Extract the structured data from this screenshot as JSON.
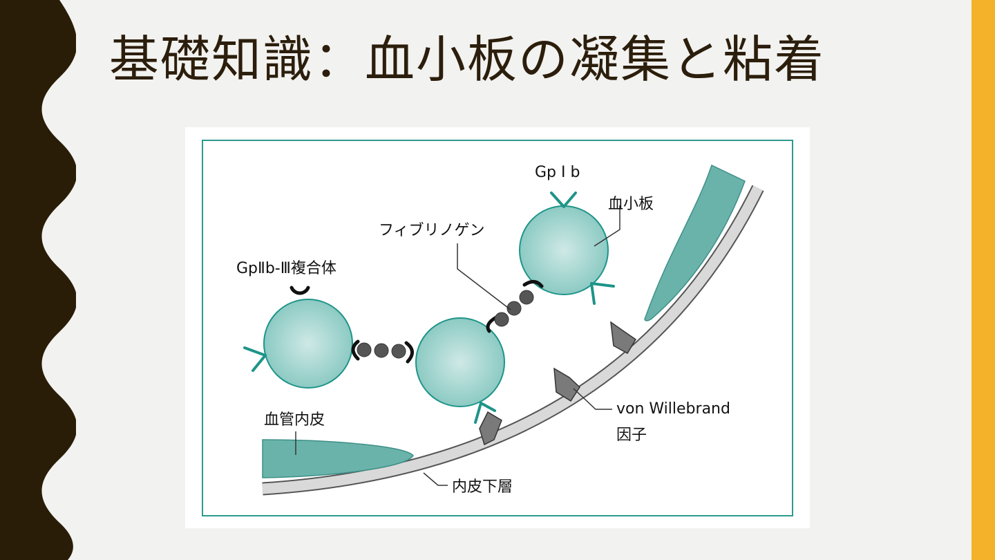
{
  "slide": {
    "title": "基礎知識：血小板の凝集と粘着"
  },
  "theme": {
    "background": "#f2f2f0",
    "left_band": "#2a1d08",
    "right_band": "#f4b12a",
    "title_color": "#2c1e0c",
    "frame": "#2c9a8c",
    "platelet": "#9fd1cb",
    "receptor": "#1e9488",
    "endothelium": "#6ab3ab",
    "vessel_wall": "#d9d9d9",
    "vwf": "#7a7a7a",
    "fibrinogen": "#555555"
  },
  "diagram": {
    "labels": {
      "gpib": "Gp I b",
      "platelet": "血小板",
      "fibrinogen": "フィブリノゲン",
      "gpiib_iiia": "GpⅡb-Ⅲ複合体",
      "vwf_line1": "von Willebrand",
      "vwf_line2": "因子",
      "endothelium": "血管内皮",
      "subendothelium": "内皮下層"
    }
  }
}
